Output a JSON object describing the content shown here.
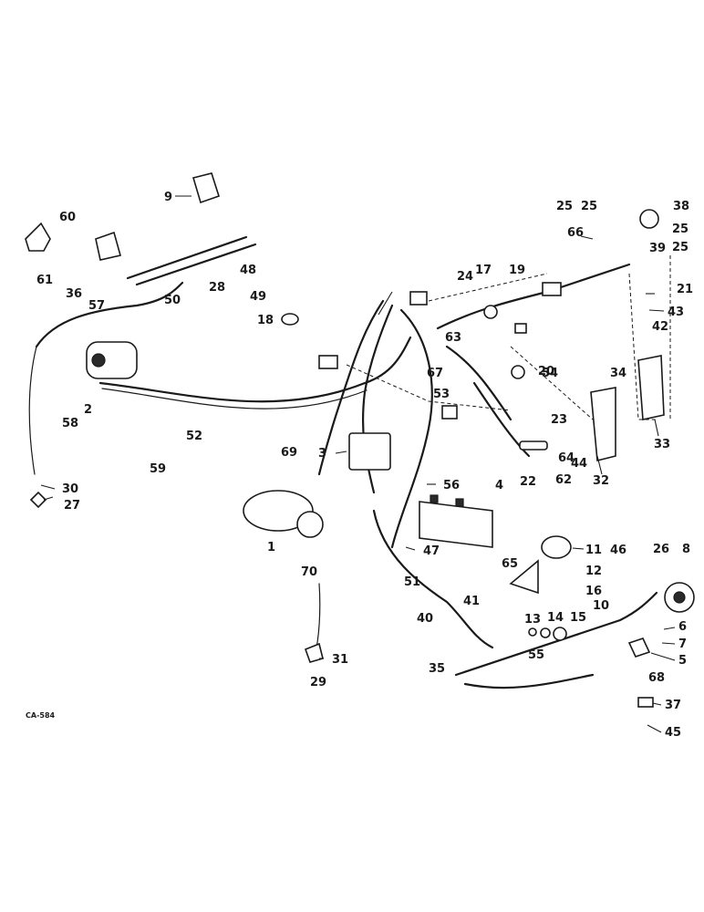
{
  "drawing_code": "CA-584",
  "callouts": [
    "1",
    "2",
    "3",
    "4",
    "5",
    "6",
    "7",
    "8",
    "9",
    "10",
    "11",
    "12",
    "13",
    "14",
    "15",
    "16",
    "17",
    "18",
    "19",
    "20",
    "21",
    "22",
    "23",
    "24",
    "25",
    "25",
    "25",
    "25",
    "26",
    "27",
    "28",
    "29",
    "30",
    "31",
    "32",
    "33",
    "34",
    "35",
    "36",
    "37",
    "38",
    "39",
    "40",
    "41",
    "42",
    "43",
    "44",
    "45",
    "46",
    "47",
    "48",
    "49",
    "50",
    "51",
    "52",
    "53",
    "54",
    "55",
    "56",
    "57",
    "58",
    "59",
    "60",
    "61",
    "62",
    "63",
    "64",
    "65",
    "66",
    "67",
    "68",
    "69",
    "70"
  ]
}
